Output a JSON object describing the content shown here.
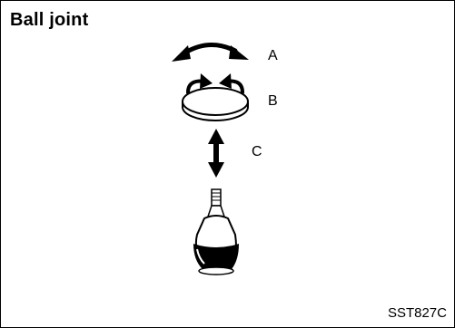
{
  "diagram": {
    "title": "Ball joint",
    "labels": {
      "a": "A",
      "b": "B",
      "c": "C"
    },
    "code": "SST827C"
  },
  "icons": [
    "swing-arrow-icon",
    "rotation-arrows-icon",
    "vertical-double-arrow-icon",
    "ball-joint-icon"
  ],
  "colors": {
    "ink": "#000000",
    "background": "#ffffff"
  }
}
